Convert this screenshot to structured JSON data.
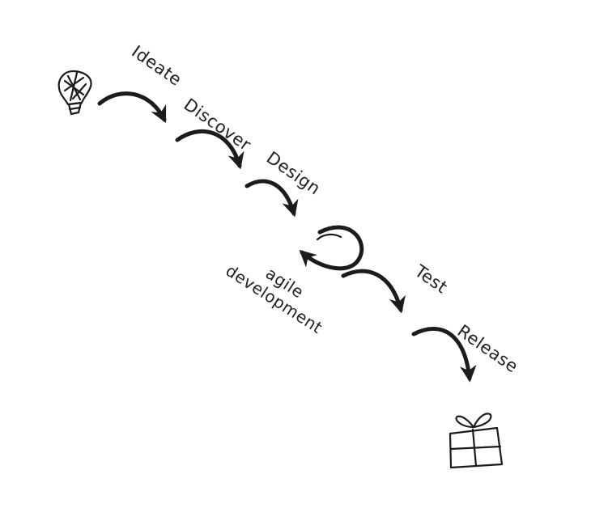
{
  "diagram": {
    "type": "hand-drawn-process-flow",
    "background_color": "#ffffff",
    "ink_color": "#1c1c1c",
    "start_icon": "lightbulb",
    "end_icon": "wrapped-package",
    "steps": [
      {
        "label": "Ideate"
      },
      {
        "label": "Discover"
      },
      {
        "label": "Design"
      },
      {
        "label": "agile development",
        "line1": "agile",
        "line2": "development"
      },
      {
        "label": "Test"
      },
      {
        "label": "Release"
      }
    ]
  }
}
